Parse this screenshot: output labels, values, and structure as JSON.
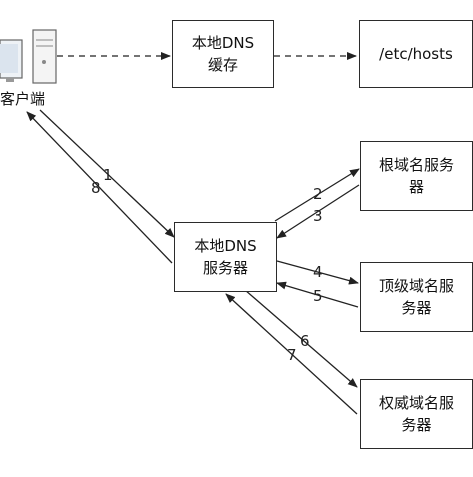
{
  "client": {
    "label": "客户端"
  },
  "boxes": {
    "local_cache": {
      "line1": "本地DNS",
      "line2": "缓存"
    },
    "hosts": {
      "text": "/etc/hosts"
    },
    "local_server": {
      "line1": "本地DNS",
      "line2": "服务器"
    },
    "root": {
      "line1": "根域名服务",
      "line2": "器"
    },
    "tld": {
      "line1": "顶级域名服",
      "line2": "务器"
    },
    "auth": {
      "line1": "权威域名服",
      "line2": "务器"
    }
  },
  "step_labels": [
    "1",
    "2",
    "3",
    "4",
    "5",
    "6",
    "7",
    "8"
  ]
}
